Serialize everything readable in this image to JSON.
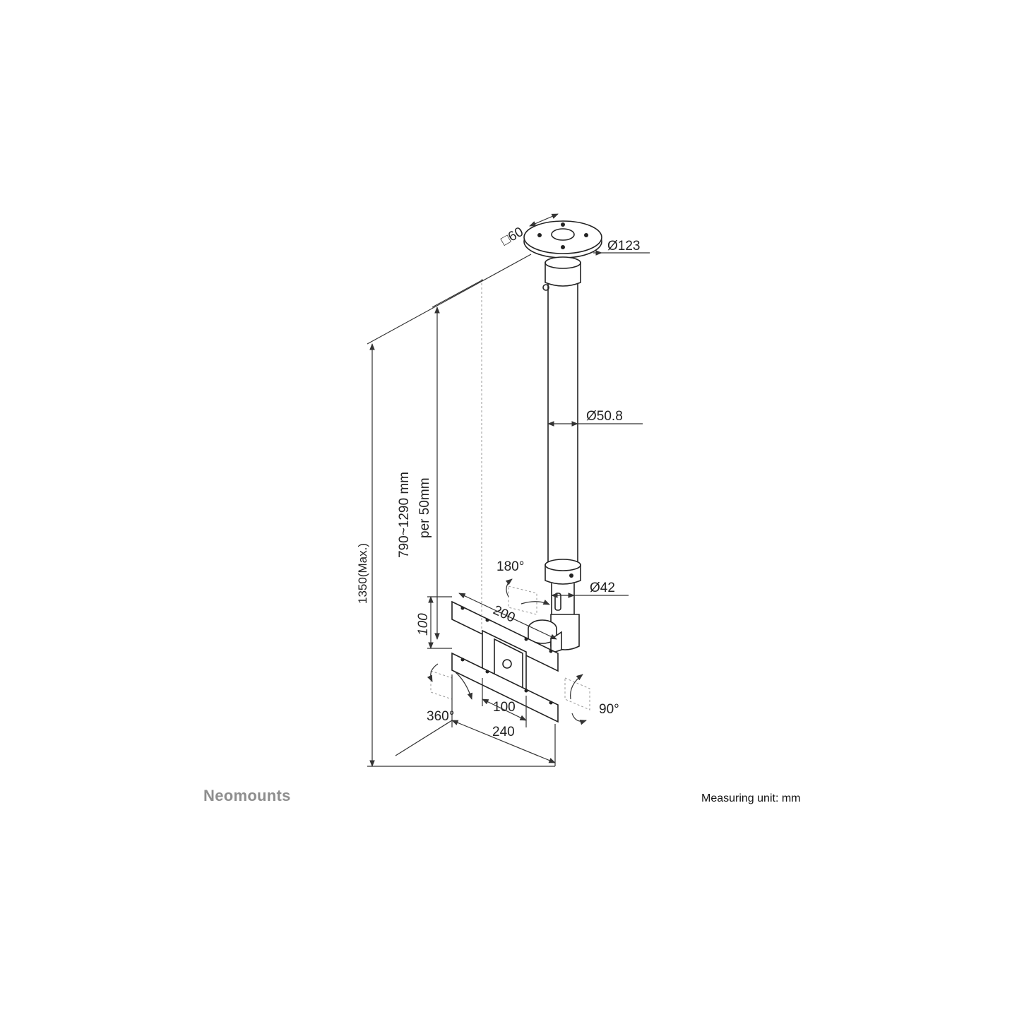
{
  "dimensions": {
    "plate_square": "□60",
    "plate_diameter": "Ø123",
    "tube_diameter": "Ø50.8",
    "inner_tube_diameter": "Ø42",
    "height_range": "790~1290 mm",
    "height_step": "per 50mm",
    "max_height": "1350(Max.)",
    "bracket_width_top": "200",
    "bracket_height": "100",
    "plate_width": "100",
    "bracket_width_bottom": "240"
  },
  "rotations": {
    "swivel": "180°",
    "rotate": "360°",
    "tilt": "90°"
  },
  "footer": {
    "brand": "Neomounts",
    "measuring_unit": "Measuring unit: mm"
  },
  "colors": {
    "line": "#333333",
    "brand_gray": "#8e8e8e"
  }
}
